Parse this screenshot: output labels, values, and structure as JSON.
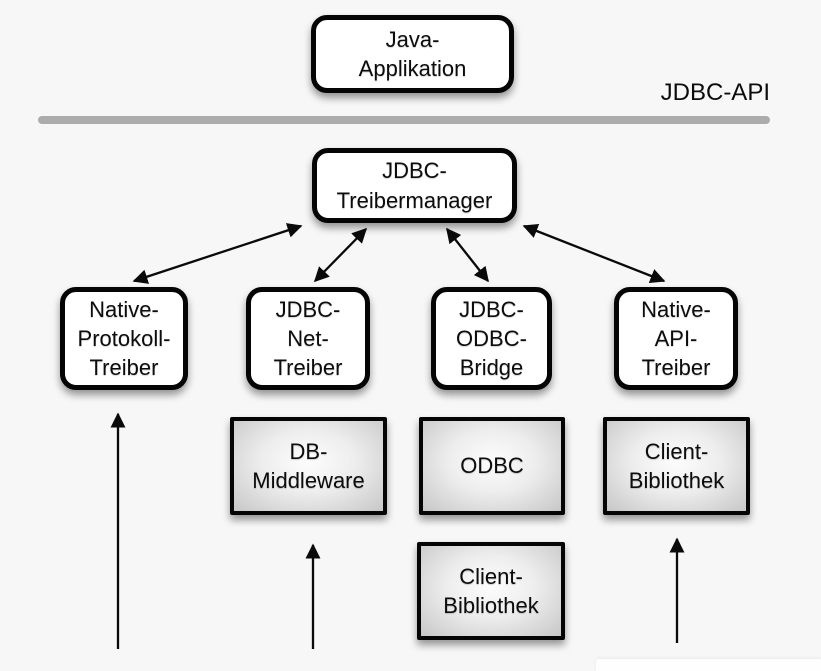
{
  "diagram": {
    "api_label": "JDBC-API",
    "nodes": {
      "java_application": {
        "label": "Java-\nApplikation",
        "style": "rounded-white"
      },
      "driver_manager": {
        "label": "JDBC-\nTreibermanager",
        "style": "rounded-white"
      },
      "native_protokoll": {
        "label": "Native-\nProtokoll-\nTreiber",
        "style": "rounded-white"
      },
      "jdbc_net": {
        "label": "JDBC-\nNet-\nTreiber",
        "style": "rounded-white"
      },
      "jdbc_odbc": {
        "label": "JDBC-\nODBC-\nBridge",
        "style": "rounded-white"
      },
      "native_api": {
        "label": "Native-\nAPI-\nTreiber",
        "style": "rounded-white"
      },
      "db_middleware": {
        "label": "DB-\nMiddleware",
        "style": "gray-gradient"
      },
      "odbc": {
        "label": "ODBC",
        "style": "gray-gradient"
      },
      "client_bibliothek_right": {
        "label": "Client-\nBibliothek",
        "style": "gray-gradient"
      },
      "client_bibliothek_center": {
        "label": "Client-\nBibliothek",
        "style": "gray-gradient"
      }
    },
    "edges": [
      {
        "from": "driver_manager",
        "to": "native_protokoll",
        "type": "bidirectional"
      },
      {
        "from": "driver_manager",
        "to": "jdbc_net",
        "type": "bidirectional"
      },
      {
        "from": "driver_manager",
        "to": "jdbc_odbc",
        "type": "bidirectional"
      },
      {
        "from": "driver_manager",
        "to": "native_api",
        "type": "bidirectional"
      },
      {
        "from": "bottom-edge",
        "to": "native_protokoll",
        "type": "arrow-up"
      },
      {
        "from": "bottom-edge",
        "to": "db_middleware",
        "type": "arrow-up"
      },
      {
        "from": "bottom-edge",
        "to": "client_bibliothek_right",
        "type": "arrow-up"
      }
    ],
    "colors": {
      "background": "#f7f7f7",
      "box_border": "#050505",
      "white_box_fill": "#ffffff",
      "gray_box_center": "#fdfdfd",
      "gray_box_edge": "#c7c7c7",
      "divider": "#acacac",
      "text": "#0c0c0c",
      "arrow": "#0a0a0a"
    }
  }
}
